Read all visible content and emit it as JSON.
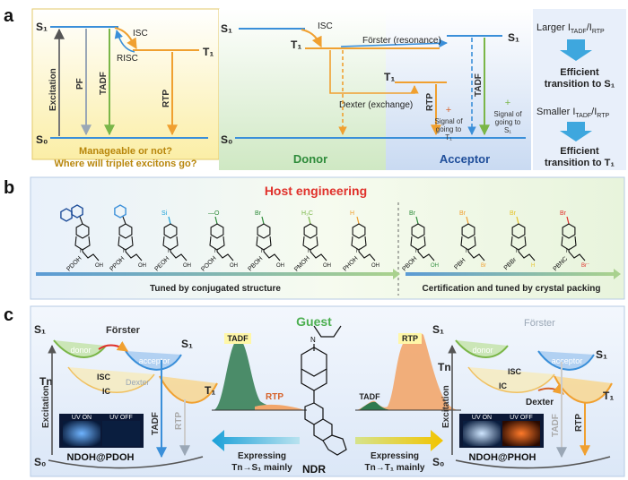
{
  "panel_a": {
    "letter": "a",
    "left": {
      "s1": "S₁",
      "s0": "S₀",
      "t1": "T₁",
      "isc": "ISC",
      "risc": "RISC",
      "excitation": "Excitation",
      "pf": "PF",
      "tadf": "TADF",
      "rtp": "RTP",
      "question_1": "Manageable or not?",
      "question_2": "Where will triplet excitons go?"
    },
    "middle": {
      "s1_left": "S₁",
      "s0": "S₀",
      "t1_donor": "T₁",
      "t1_acceptor": "T₁",
      "s1_right": "S₁",
      "isc": "ISC",
      "forster": "Förster (resonance)",
      "dexter": "Dexter (exchange)",
      "rtp": "RTP",
      "tadf": "TADF",
      "signal_t1_1": "Signal of",
      "signal_t1_2": "going to",
      "signal_t1_3": "T₁",
      "signal_s1_1": "Signal of",
      "signal_s1_2": "going to",
      "signal_s1_3": "S₁",
      "donor": "Donor",
      "acceptor": "Acceptor"
    },
    "right": {
      "larger": "Larger I",
      "larger_sub": "TADF",
      "larger_div": "/I",
      "larger_sub2": "RTP",
      "efficient_s1_1": "Efficient",
      "efficient_s1_2": "transition to S₁",
      "smaller": "Smaller I",
      "smaller_sub": "TADF",
      "smaller_div": "/I",
      "smaller_sub2": "RTP",
      "efficient_t1_1": "Efficient",
      "efficient_t1_2": "transition to T₁"
    }
  },
  "panel_b": {
    "letter": "b",
    "title": "Host engineering",
    "compounds": [
      "PDOH",
      "PPOH",
      "PEOH",
      "POOH",
      "PBOH",
      "PMOH",
      "PHOH",
      "PBOH",
      "PBH",
      "PBBr",
      "PBNC"
    ],
    "substituents": {
      "br": "Br",
      "h3c": "H₃C",
      "h": "H",
      "si": "Si",
      "o": "—O",
      "oh": "OH",
      "n": "N",
      "br_minus": "Br⁻",
      "plus": "+"
    },
    "caption_left": "Tuned by conjugated structure",
    "caption_right": "Certification and tuned by crystal packing"
  },
  "panel_c": {
    "letter": "c",
    "guest": "Guest",
    "molecule": "NDR",
    "tadf": "TADF",
    "rtp": "RTP",
    "left": {
      "s1": "S₁",
      "tn": "Tn",
      "s0": "S₀",
      "s1_acc": "S₁",
      "t1": "T₁",
      "donor": "donor",
      "acceptor": "acceptor",
      "forster": "Förster",
      "isc": "ISC",
      "ic": "IC",
      "dexter": "Dexter",
      "excitation": "Excitation",
      "tadf": "TADF",
      "rtp": "RTP",
      "uv_on": "UV ON",
      "uv_off": "UV OFF",
      "sample": "NDOH@PDOH"
    },
    "right": {
      "s1": "S₁",
      "tn": "Tn",
      "s0": "S₀",
      "s1_acc": "S₁",
      "t1": "T₁",
      "donor": "donor",
      "acceptor": "acceptor",
      "forster": "Förster",
      "isc": "ISC",
      "ic": "IC",
      "dexter": "Dexter",
      "excitation": "Excitation",
      "tadf": "TADF",
      "rtp": "RTP",
      "uv_on": "UV ON",
      "uv_off": "UV OFF",
      "sample": "NDOH@PHOH"
    },
    "expressing_left_1": "Expressing",
    "expressing_left_2": "Tn→S₁ mainly",
    "expressing_right_1": "Expressing",
    "expressing_right_2": "Tn→T₁ mainly"
  },
  "colors": {
    "blue": "#3a8fd9",
    "orange": "#f0a030",
    "green": "#7ab648",
    "red": "#e0312b",
    "dark_green": "#2e8b3a",
    "navy": "#1f4e9a",
    "cyan": "#1aa0d8"
  }
}
